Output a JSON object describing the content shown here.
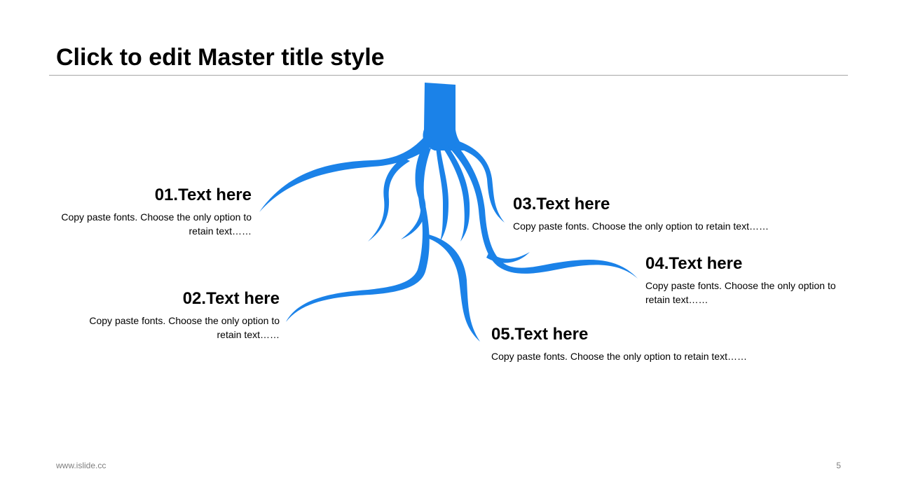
{
  "slide": {
    "title": "Click to edit Master title style"
  },
  "colors": {
    "root": "#1b82e8",
    "rule": "#a6a6a6",
    "footer": "#7f7f7f"
  },
  "items": [
    {
      "heading": "01.Text here",
      "body": "Copy paste fonts. Choose the only option to retain text……"
    },
    {
      "heading": "02.Text here",
      "body": "Copy paste fonts. Choose the only option to retain text……"
    },
    {
      "heading": "03.Text here",
      "body": "Copy paste fonts. Choose the only option to retain text……"
    },
    {
      "heading": "04.Text here",
      "body": "Copy paste fonts. Choose the only option to retain text……"
    },
    {
      "heading": "05.Text here",
      "body": "Copy paste fonts. Choose the only option to retain text……"
    }
  ],
  "footer": {
    "website": "www.islide.cc",
    "page_number": "5"
  }
}
